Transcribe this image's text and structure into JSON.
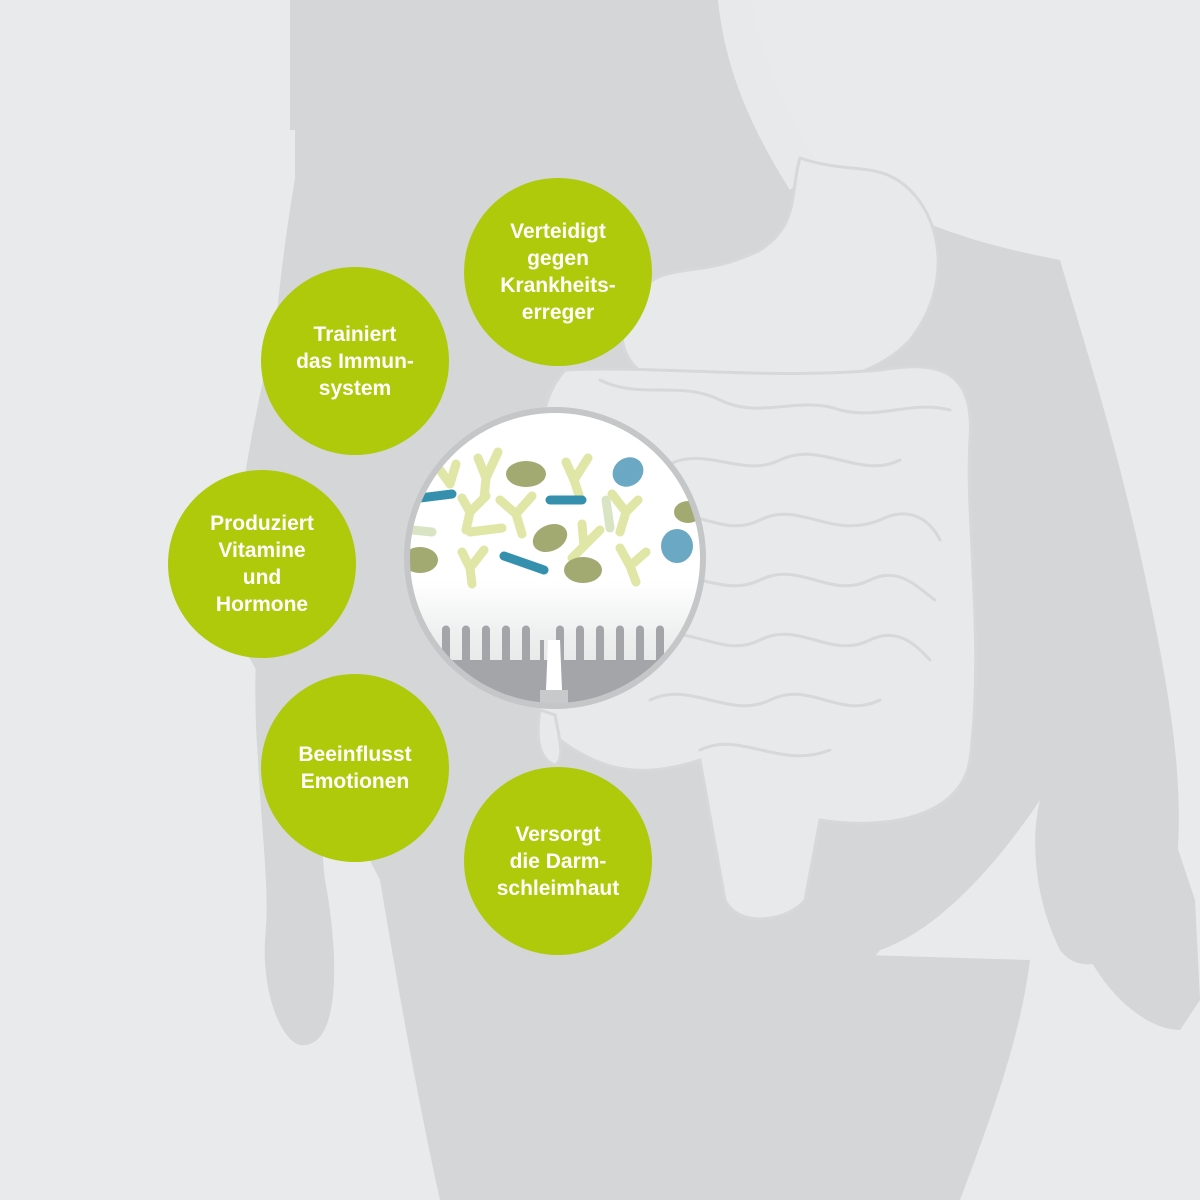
{
  "colors": {
    "background": "#e9eaeb",
    "silhouette": "#d4d6d7",
    "organs": "#e8e9ea",
    "accent_green": "#afca0b",
    "bubble_text": "#ffffff",
    "lens_frame": "#c4c6c8",
    "gut_wall": "#a3a5a8",
    "microbe_pale_green": "#dfe6a6",
    "microbe_olive": "#a2aa72",
    "microbe_blue": "#6aa8c4",
    "microbe_teal": "#3590ad"
  },
  "illustration": {
    "body": "human torso silhouette",
    "organs": [
      "stomach",
      "intestines"
    ],
    "lens_subject": "gut microbiome above intestinal villi"
  },
  "bubbles": [
    {
      "id": "defends",
      "lines": [
        "Verteidigt",
        "gegen",
        "Krankheits-",
        "erreger"
      ]
    },
    {
      "id": "immune",
      "lines": [
        "Trainiert",
        "das Immun-",
        "system"
      ]
    },
    {
      "id": "vitamins",
      "lines": [
        "Produziert",
        "Vitamine",
        "und",
        "Hormone"
      ]
    },
    {
      "id": "emotions",
      "lines": [
        "Beeinflusst",
        "Emotionen"
      ]
    },
    {
      "id": "mucosa",
      "lines": [
        "Versorgt",
        "die Darm-",
        "schleimhaut"
      ]
    }
  ]
}
